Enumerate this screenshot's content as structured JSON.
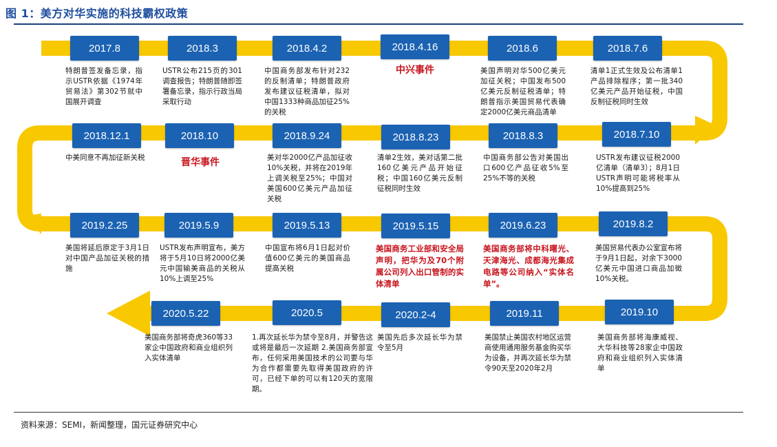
{
  "header": {
    "title": "图 1：美方对华实施的科技霸权政策"
  },
  "footer": {
    "source": "资料来源：SEMI，新闻整理，国元证券研究中心"
  },
  "colors": {
    "track": "#F8C800",
    "date_box": "#1B62B3",
    "highlight": "#C8141E"
  },
  "events": [
    {
      "date": "2017.8",
      "text": "特朗普签发备忘录，指示USTR依据《1974年贸易法》第302节就中国展开调查"
    },
    {
      "date": "2018.3",
      "text": "USTR公布215页的301调查报告；特朗普随即签署备忘录，指示行政当局采取行动"
    },
    {
      "date": "2018.4.2",
      "text": "中国商务部发布针对232的反制清单；特朗普政府发布建议征税清单，拟对中国1333种商品加征25%的关税"
    },
    {
      "date": "2018.4.16",
      "text": "中兴事件"
    },
    {
      "date": "2018.6",
      "text": "美国声明对华500亿美元加征关税；中国发布500亿美元反制征税清单；特朗普指示美国贸易代表确定2000亿美元商品清单"
    },
    {
      "date": "2018.7.6",
      "text": "清单1正式生效及公布清单1产品排除程序；第一批340亿美元产品开始征税，中国反制征税同时生效"
    },
    {
      "date": "2018.7.10",
      "text": "USTR发布建议征税2000亿清单（清单3）；8月1日USTR声明可能将税率从10%提高到25%"
    },
    {
      "date": "2018.8.3",
      "text": "中国商务部公告对美国出口600亿产品征收5%至25%不等的关税"
    },
    {
      "date": "2018.8.23",
      "text": "清单2生效，美对话第二批160亿美元产品开始征税；中国160亿美元反制征税同时生效"
    },
    {
      "date": "2018.9.24",
      "text": "美对华2000亿产品加征收10%关税，并将在2019年上调关税至25%；中国对美国600亿美元产品加征关税"
    },
    {
      "date": "2018.10",
      "text": "晋华事件"
    },
    {
      "date": "2018.12.1",
      "text": "中美同意不再加征新关税"
    },
    {
      "date": "2019.2.25",
      "text": "美国将延后原定于3月1日对中国产品加征关税的措施"
    },
    {
      "date": "2019.5.9",
      "text": "USTR发布声明宣布，美方将于5月10日将2000亿美元中国输美商品的关税从10%上调至25%"
    },
    {
      "date": "2019.5.13",
      "text": "中国宣布将6月1日起对价值600亿美元的美国商品提高关税"
    },
    {
      "date": "2019.5.15",
      "text": "美国商务工业部和安全局声明，把华为及70个附属公司列入出口管制的实体清单"
    },
    {
      "date": "2019.6.23",
      "text": "美国商务部将中科曙光、天津海光、成都海光集成电路等公司纳入“实体名单”。"
    },
    {
      "date": "2019.8.2",
      "text": "美国贸易代表办公室宣布将于9月1日起，对余下3000亿美元中国进口商品加徵10%关税。"
    },
    {
      "date": "2019.10",
      "text": "美国商务部将海康威视、大华科技等28家企中国政府和商业组织列入实体清单"
    },
    {
      "date": "2019.11",
      "text": "美国禁止美国农村地区运营商使用通用服务基金购买华为设备，并再次延长华为禁令90天至2020年2月"
    },
    {
      "date": "2020.2-4",
      "text": "美国先后多次延长华为禁令至5月"
    },
    {
      "date": "2020.5",
      "text": "1.再次延长华为禁令至8月，并警告这或将是最后一次延期 2.美国商务部宣布，任何采用美国技术的公司要与华为合作都需要先取得美国政府的许可，已经下单的可以有120天的宽限期。"
    },
    {
      "date": "2020.5.22",
      "text": "美国商务部将奇虎360等33家企中国政府和商业组织列入实体清单"
    }
  ]
}
